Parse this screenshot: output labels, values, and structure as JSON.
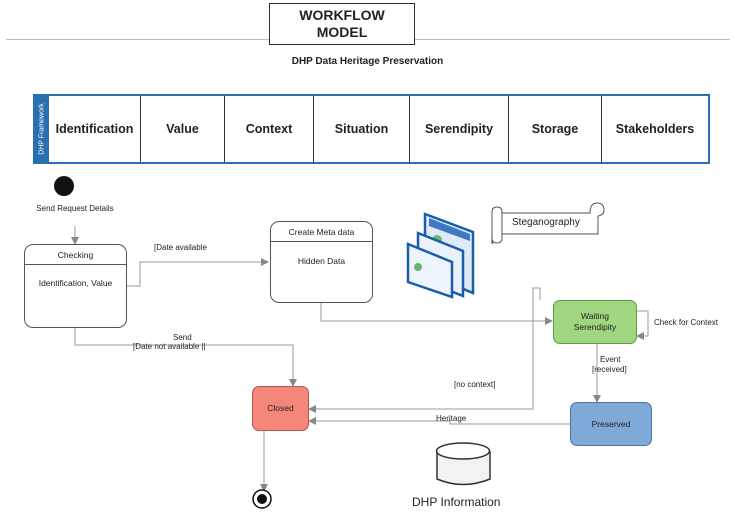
{
  "header": {
    "title_line1": "WORKFLOW",
    "title_line2": "MODEL",
    "subtitle": "DHP Data Heritage Preservation"
  },
  "framework": {
    "side_label": "DHP Framework",
    "cells": [
      "Identification",
      "Value",
      "Context",
      "Situation",
      "Serendipity",
      "Storage",
      "Stakeholders"
    ]
  },
  "nodes": {
    "send_request": "Send Request Details",
    "checking": {
      "title": "Checking",
      "body": "Identification, Value"
    },
    "meta": {
      "title": "Create Meta data",
      "body": "Hidden Data"
    },
    "steganography": "Steganography",
    "waiting": "Waiting Serendipity",
    "closed": "Closed",
    "preserved": "Preserved",
    "dhp_information": "DHP Information"
  },
  "edges": {
    "date_available": "[Date available",
    "send": "Send",
    "date_not_available": "[Date not available ||",
    "check_for_context": "Check for Context",
    "event": "Event",
    "received": "[received]",
    "no_context": "[no context]",
    "heritage": "Heritage"
  },
  "colors": {
    "closed_fill": "#f4867a",
    "waiting_fill": "#9fd67f",
    "preserved_fill": "#7fa9d6",
    "framework_border": "#2a6fb0"
  }
}
